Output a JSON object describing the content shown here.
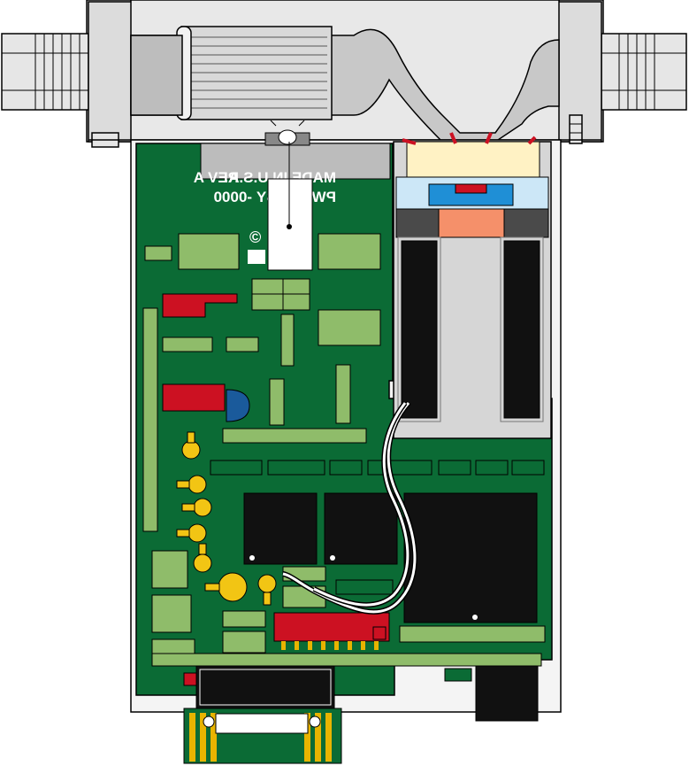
{
  "pcb_labels": {
    "made_in": "MADE IN U.S.A.",
    "rev": "REV A",
    "assy": "PWB ASSY",
    "part_number": "-0000"
  },
  "logo_text": "©",
  "colors": {
    "pcb_green": "#0b6b35",
    "component_green": "#8fbc6a",
    "red_component": "#cc1122",
    "yellow_pot": "#f2c514",
    "black_ic": "#111111",
    "housing_gray": "#dddddd",
    "blue_part": "#1f8fd6",
    "salmon_block": "#f5906a",
    "gold_contact": "#e8b400"
  }
}
